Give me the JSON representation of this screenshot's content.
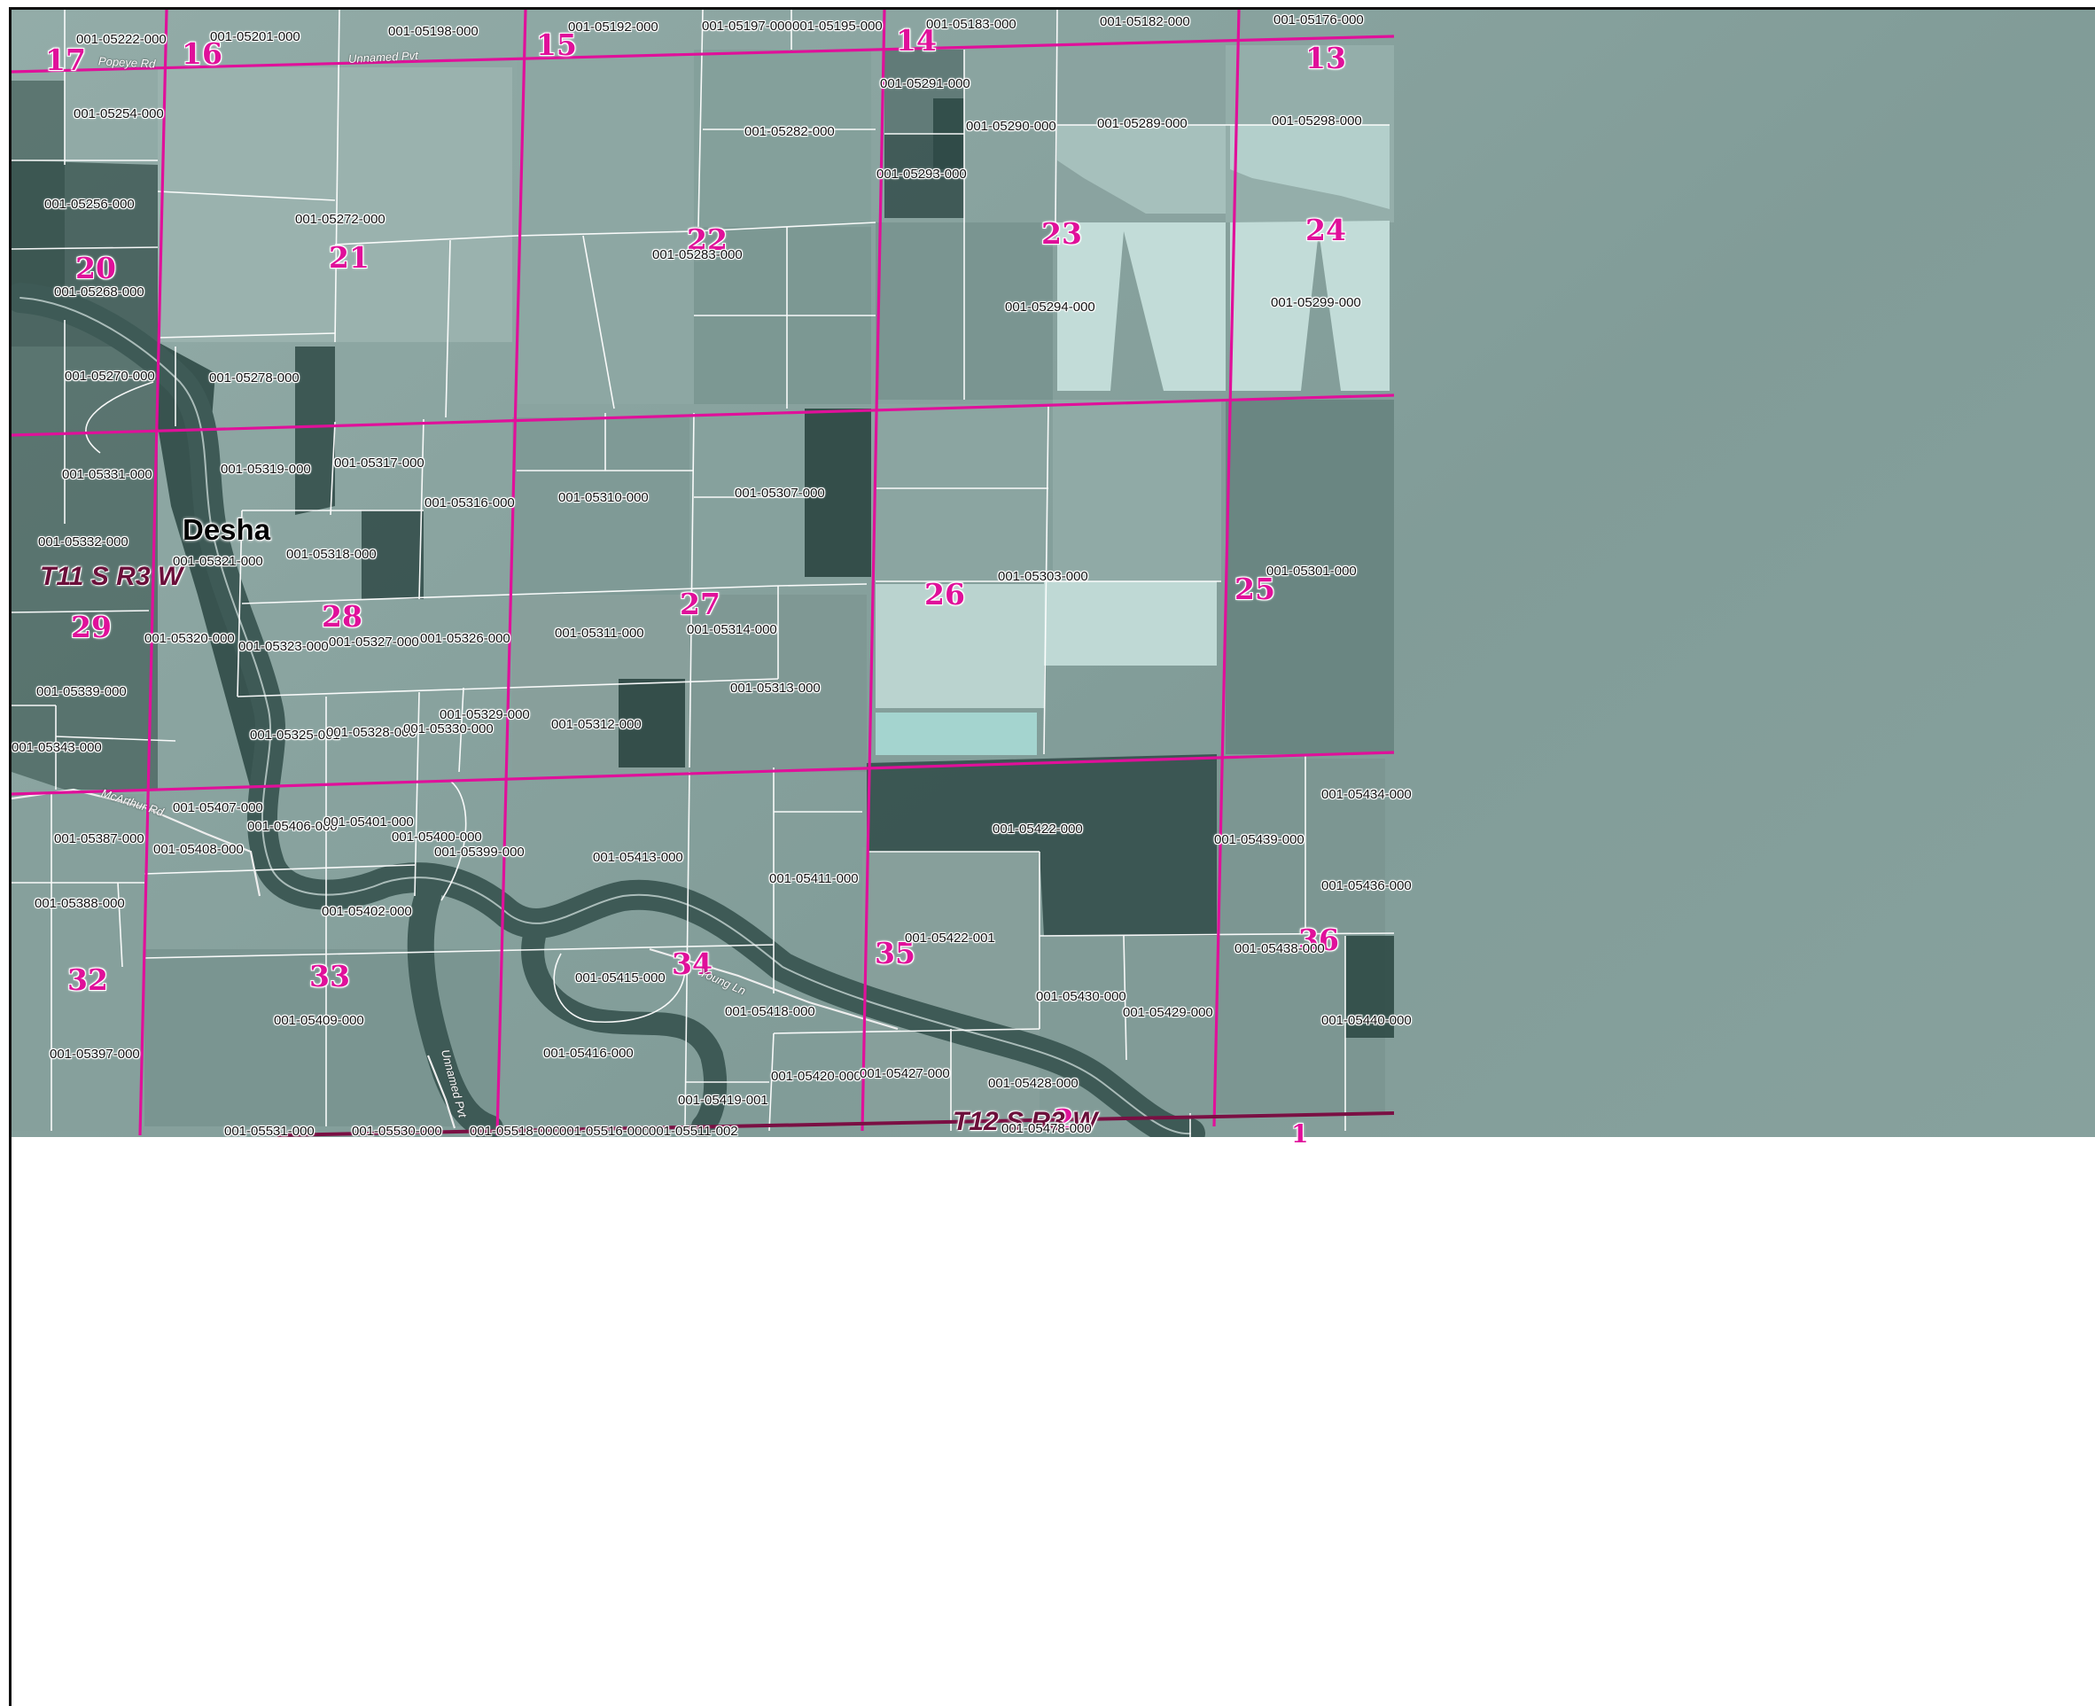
{
  "colors": {
    "field_light": "#8fa8a4",
    "field_mid": "#7a9692",
    "field_dark": "#5f7c78",
    "forest": "#2f4a46",
    "water": "#c9e6e2",
    "section_line": "#e0109a",
    "township_line": "#7a0f43",
    "parcel_line": "#ffffff"
  },
  "place": {
    "name": "Desha"
  },
  "townships": [
    {
      "label": "T11 S R3 W"
    },
    {
      "label": "T12 S R3 W"
    }
  ],
  "sections": [
    "17",
    "16",
    "15",
    "14",
    "13",
    "20",
    "21",
    "22",
    "23",
    "24",
    "29",
    "28",
    "27",
    "26",
    "25",
    "32",
    "33",
    "34",
    "35",
    "36",
    "2",
    "1"
  ],
  "roads": [
    "Popeye Rd",
    "Unnamed Pvt",
    "McArthur Rd",
    "Young Ln",
    "Unnamed Pvt"
  ],
  "parcels": [
    "001-05222-000",
    "001-05201-000",
    "001-05198-000",
    "001-05192-000",
    "001-05197-000",
    "001-05195-000",
    "001-05183-000",
    "001-05182-000",
    "001-05176-000",
    "001-05254-000",
    "001-05291-000",
    "001-05290-000",
    "001-05289-000",
    "001-05298-000",
    "001-05282-000",
    "001-05293-000",
    "001-05256-000",
    "001-05272-000",
    "001-05283-000",
    "001-05268-000",
    "001-05294-000",
    "001-05299-000",
    "001-05270-000",
    "001-05278-000",
    "001-05331-000",
    "001-05319-000",
    "001-05317-000",
    "001-05316-000",
    "001-05310-000",
    "001-05307-000",
    "001-05332-000",
    "001-05321-000",
    "001-05318-000",
    "001-05303-000",
    "001-05301-000",
    "001-05320-000",
    "001-05323-000",
    "001-05327-000",
    "001-05326-000",
    "001-05311-000",
    "001-05314-000",
    "001-05339-000",
    "001-05313-000",
    "001-05329-000",
    "001-05312-000",
    "001-05343-000",
    "001-05325-001",
    "001-05328-000",
    "001-05330-000",
    "001-05407-000",
    "001-05434-000",
    "001-05406-000",
    "001-05401-000",
    "001-05422-000",
    "001-05387-000",
    "001-05400-000",
    "001-05439-000",
    "001-05408-000",
    "001-05399-000",
    "001-05413-000",
    "001-05411-000",
    "001-05436-000",
    "001-05388-000",
    "001-05402-000",
    "001-05422-001",
    "001-05438-000",
    "001-05415-000",
    "001-05430-000",
    "001-05418-000",
    "001-05429-000",
    "001-05409-000",
    "001-05440-000",
    "001-05397-000",
    "001-05416-000",
    "001-05420-000",
    "001-05427-000",
    "001-05428-000",
    "001-05419-001",
    "001-05531-000",
    "001-05530-000",
    "001-05518-000",
    "001-05516-000",
    "001-05511-002",
    "001-05478-000"
  ]
}
